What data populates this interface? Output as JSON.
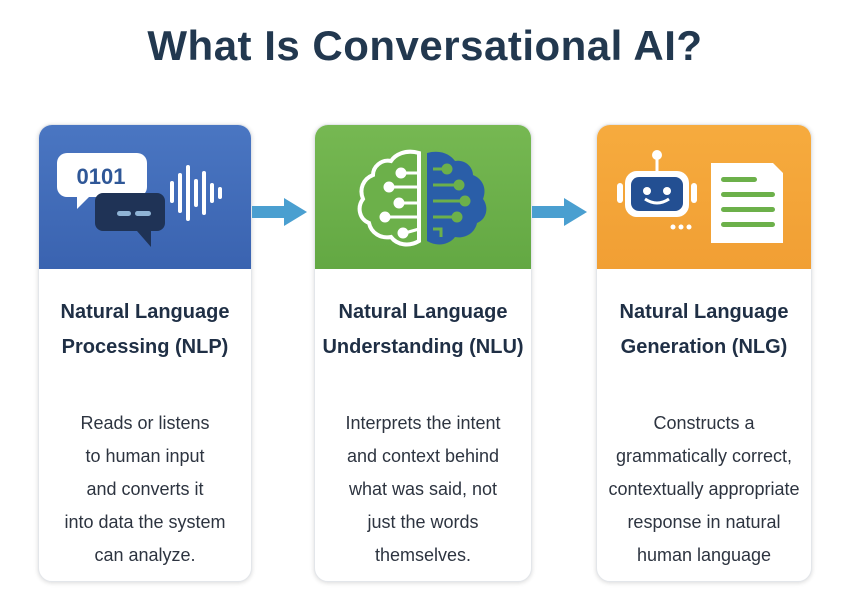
{
  "title": "What Is Conversational AI?",
  "colors": {
    "nlp": "#3f6bb8",
    "nlu": "#6cb04a",
    "nlg": "#f3a43a",
    "arrow": "#4a9fd0",
    "title": "#22384f"
  },
  "cards": [
    {
      "icon": "chat-bubbles-soundwave-icon",
      "heading_line1": "Natural Language",
      "heading_line2": "Processing (NLP)",
      "desc": [
        "Reads or listens",
        "to human input",
        "and converts it",
        "into data the system",
        "can analyze."
      ],
      "icon_text": "0101"
    },
    {
      "icon": "brain-circuit-icon",
      "heading_line1": "Natural Language",
      "heading_line2": "Understanding (NLU)",
      "desc": [
        "Interprets the intent",
        "and context behind",
        "what was said, not",
        "just the words",
        "themselves."
      ]
    },
    {
      "icon": "robot-document-icon",
      "heading_line1": "Natural Language",
      "heading_line2": "Generation (NLG)",
      "desc": [
        "Constructs a",
        "grammatically correct,",
        "contextually appropriate",
        "response in natural",
        "human language"
      ]
    }
  ]
}
